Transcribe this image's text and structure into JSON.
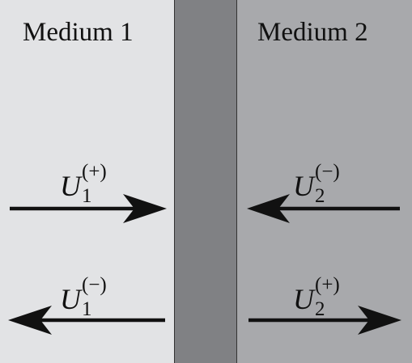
{
  "colors": {
    "medium1": "#e2e3e5",
    "interface": "#808184",
    "medium2": "#a8a9ac",
    "ink": "#111111"
  },
  "media": [
    {
      "label": "Medium 1"
    },
    {
      "label": "Medium 2"
    }
  ],
  "waves": {
    "u1_plus": {
      "symbol": "U",
      "superscript": "(+)",
      "subscript": "1",
      "direction": "right"
    },
    "u2_minus": {
      "symbol": "U",
      "superscript": "(−)",
      "subscript": "2",
      "direction": "left"
    },
    "u1_minus": {
      "symbol": "U",
      "superscript": "(−)",
      "subscript": "1",
      "direction": "left"
    },
    "u2_plus": {
      "symbol": "U",
      "superscript": "(+)",
      "subscript": "2",
      "direction": "right"
    }
  }
}
